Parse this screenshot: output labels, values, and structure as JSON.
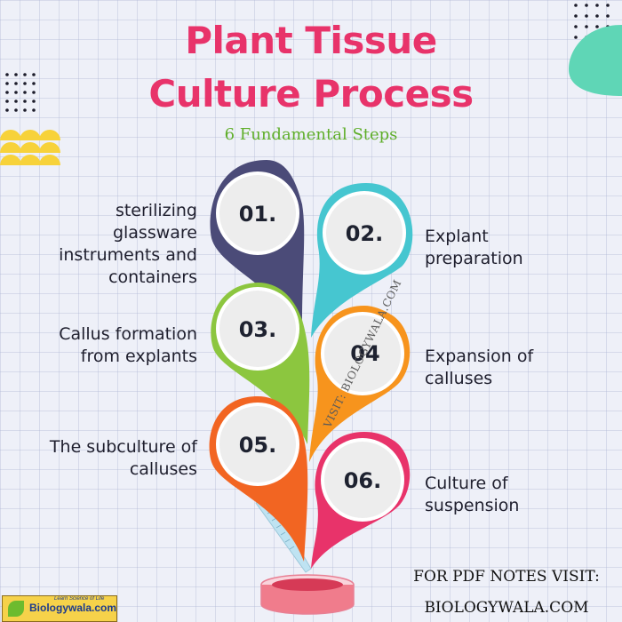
{
  "title_line1": "Plant Tissue",
  "title_line2": "Culture Process",
  "subtitle": "6 Fundamental Steps",
  "steps": [
    {
      "number": "01.",
      "label_lines": [
        "sterilizing",
        "glassware",
        "instruments and",
        "containers"
      ],
      "color": "#4b4b78"
    },
    {
      "number": "02.",
      "label_lines": [
        "Explant",
        "preparation"
      ],
      "color": "#46c6d0"
    },
    {
      "number": "03.",
      "label_lines": [
        "Callus formation",
        "from explants"
      ],
      "color": "#8cc63f"
    },
    {
      "number": "04",
      "label_lines": [
        "Expansion of",
        "calluses"
      ],
      "color": "#f7941d"
    },
    {
      "number": "05.",
      "label_lines": [
        "The subculture of",
        "calluses"
      ],
      "color": "#f26522"
    },
    {
      "number": "06.",
      "label_lines": [
        "Culture of",
        "suspension"
      ],
      "color": "#e8336a"
    }
  ],
  "watermark": "VISIT: BIOLOGYWALA.COM",
  "footer_line1": "FOR PDF  NOTES VISIT:",
  "footer_line2": "BIOLOGYWALA.COM",
  "logo_text": "Biologywala.com",
  "logo_tagline": "Learn Science of Life",
  "colors": {
    "title": "#e8336a",
    "subtitle": "#5fae2a",
    "background": "#eef0f8",
    "dish": "#f07c8c",
    "syringe": "#bfe3f2"
  },
  "icons": [
    "pipette-icon",
    "petri-dish-icon",
    "leaf-logo-icon"
  ]
}
